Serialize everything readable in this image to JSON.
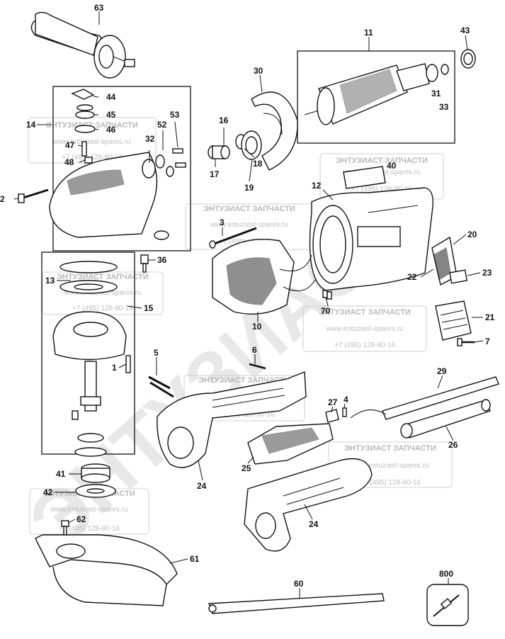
{
  "watermark": {
    "title": "ЭНТУЗИАСТ ЗАПЧАСТИ",
    "site": "www.entuziast-spares.ru",
    "phone": "+7 (495) 128-80-16",
    "big_text": "ЭНТУЗИАСТ"
  },
  "labels": {
    "p1": "1",
    "p2": "2",
    "p3": "3",
    "p4": "4",
    "p5": "5",
    "p6": "6",
    "p7": "7",
    "p10": "10",
    "p11": "11",
    "p12": "12",
    "p13": "13",
    "p14": "14",
    "p15": "15",
    "p16": "16",
    "p17": "17",
    "p18": "18",
    "p19": "19",
    "p20": "20",
    "p21": "21",
    "p22": "22",
    "p23": "23",
    "p24a": "24",
    "p24b": "24",
    "p25": "25",
    "p26": "26",
    "p27": "27",
    "p29": "29",
    "p30": "30",
    "p31": "31",
    "p32": "32",
    "p33": "33",
    "p36": "36",
    "p40": "40",
    "p41": "41",
    "p42": "42",
    "p43": "43",
    "p44": "44",
    "p45": "45",
    "p46": "46",
    "p47": "47",
    "p48": "48",
    "p52": "52",
    "p53": "53",
    "p60": "60",
    "p61": "61",
    "p62": "62",
    "p63": "63",
    "p70": "70",
    "p800": "800"
  }
}
